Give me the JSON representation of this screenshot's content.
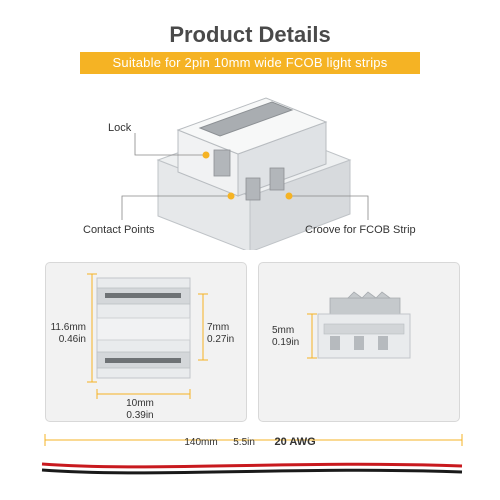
{
  "header": {
    "title": "Product Details",
    "subtitle": "Suitable for 2pin 10mm wide FCOB light strips"
  },
  "callouts": {
    "lock": "Lock",
    "contact_points": "Contact Points",
    "groove": "Croove for FCOB Strip"
  },
  "front_view": {
    "height_mm": "11.6mm",
    "height_in": "0.46in",
    "inner_mm": "7mm",
    "inner_in": "0.27in",
    "width_mm": "10mm",
    "width_in": "0.39in"
  },
  "side_view": {
    "height_mm": "5mm",
    "height_in": "0.19in"
  },
  "wire": {
    "length_mm": "140mm",
    "length_in": "5.5in",
    "gauge": "20 AWG"
  },
  "colors": {
    "accent": "#f5b324",
    "wire_red": "#c8191e",
    "wire_black": "#1a1a1a"
  }
}
